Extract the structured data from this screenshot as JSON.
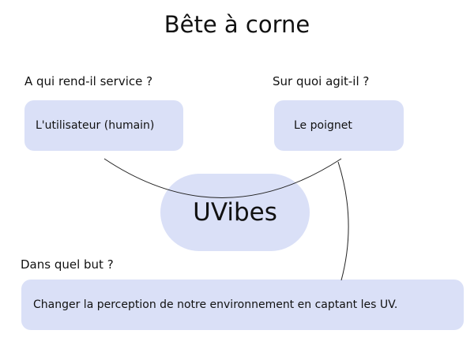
{
  "title": "Bête à corne",
  "questions": {
    "who": "A qui rend-il service ?",
    "what": "Sur quoi agit-il ?",
    "why": "Dans quel but ?"
  },
  "answers": {
    "who": "L'utilisateur (humain)",
    "what": "Le poignet",
    "why": "Changer la perception de notre environnement en captant les UV."
  },
  "product": "UVibes",
  "colors": {
    "fill": "#dae0f7",
    "line": "#222222"
  }
}
